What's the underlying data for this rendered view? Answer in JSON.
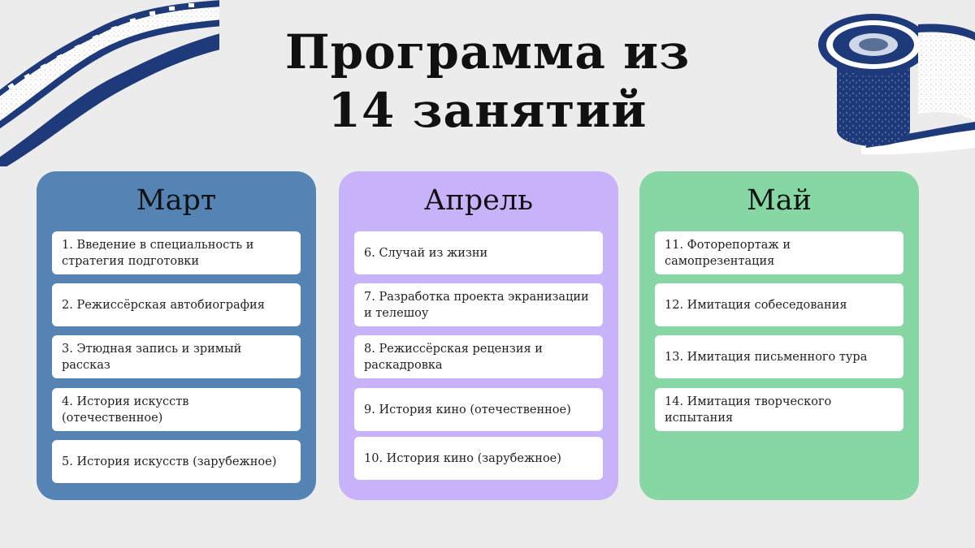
{
  "title_line1": "Программа из",
  "title_line2": "14 занятий",
  "columns": [
    {
      "name": "Март",
      "items": [
        "1. Введение в специальность и стратегия подготовки",
        "2. Режиссёрская автобиография",
        "3. Этюдная запись и зримый рассказ",
        "4. История искусств (отечественное)",
        "5. История искусств (зарубежное)"
      ]
    },
    {
      "name": "Апрель",
      "items": [
        "6. Случай из жизни",
        "7. Разработка проекта экранизации и телешоу",
        "8. Режиссёрская рецензия и раскадровка",
        "9. История кино (отечественное)",
        "10. История кино (зарубежное)"
      ]
    },
    {
      "name": "Май",
      "items": [
        "11. Фоторепортаж и самопрезентация",
        "12. Имитация собеседования",
        "13. Имитация письменного тура",
        "14. Имитация творческого испытания"
      ]
    }
  ],
  "colors": {
    "march": "#5584b4",
    "april": "#c8b2f9",
    "may": "#87d7a4",
    "film": "#1e3a7a"
  },
  "decorations": [
    "film-strip-icon",
    "film-reel-icon"
  ]
}
